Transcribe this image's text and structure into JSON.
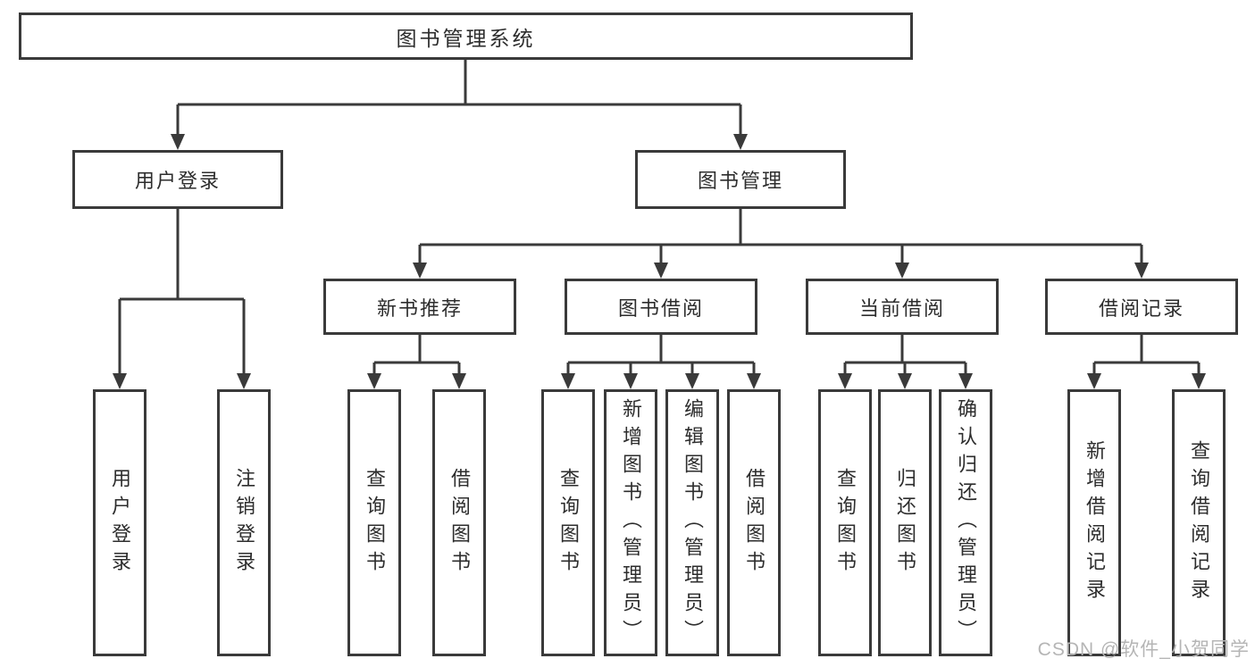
{
  "diagram_type": "hierarchy",
  "colors": {
    "line": "#3a3a3a",
    "box_border": "#3a3a3a",
    "text": "#2d2d2d",
    "background": "#ffffff",
    "watermark": "#b5b5b5"
  },
  "tree": {
    "root": "图书管理系统",
    "branches": [
      {
        "label": "用户登录",
        "children": [
          {
            "label": "用户登录"
          },
          {
            "label": "注销登录"
          }
        ]
      },
      {
        "label": "图书管理",
        "children": [
          {
            "label": "新书推荐",
            "children": [
              {
                "label": "查询图书"
              },
              {
                "label": "借阅图书"
              }
            ]
          },
          {
            "label": "图书借阅",
            "children": [
              {
                "label": "查询图书"
              },
              {
                "label": "新增图书（管理员）"
              },
              {
                "label": "编辑图书（管理员）"
              },
              {
                "label": "借阅图书"
              }
            ]
          },
          {
            "label": "当前借阅",
            "children": [
              {
                "label": "查询图书"
              },
              {
                "label": "归还图书"
              },
              {
                "label": "确认归还（管理员）"
              }
            ]
          },
          {
            "label": "借阅记录",
            "children": [
              {
                "label": "新增借阅记录"
              },
              {
                "label": "查询借阅记录"
              }
            ]
          }
        ]
      }
    ]
  },
  "watermark": "CSDN @软件_小贺同学"
}
